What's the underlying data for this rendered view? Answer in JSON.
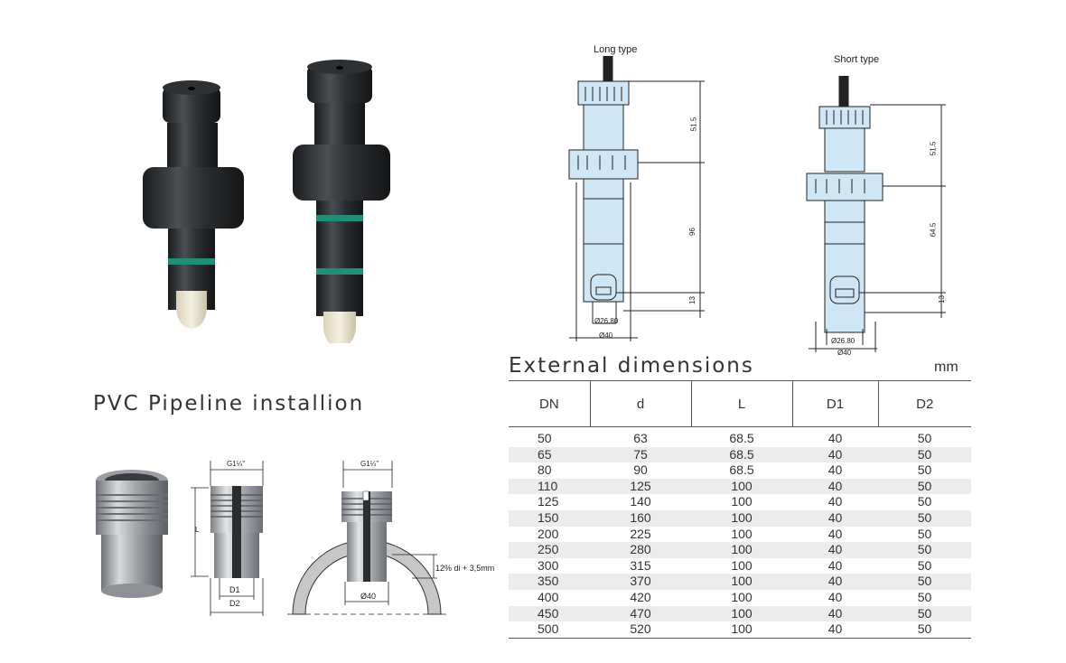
{
  "labels": {
    "long_type": "Long type",
    "short_type": "Short type",
    "pvc_heading": "PVC Pipeline installion",
    "external_heading": "External dimensions",
    "unit": "mm"
  },
  "long_drawing": {
    "dim_top": "51.5",
    "dim_mid": "96",
    "dim_bot": "13",
    "dia_inner": "Ø26.80",
    "dia_outer": "Ø40"
  },
  "short_drawing": {
    "dim_top": "51.5",
    "dim_mid": "64.5",
    "dim_bot": "13",
    "dia_inner": "Ø26.80",
    "dia_outer": "Ø40"
  },
  "fitting_drawing": {
    "thread": "G1¼\"",
    "length": "L",
    "d1": "D1",
    "d2": "D2"
  },
  "pipe_drawing": {
    "thread": "G1¼\"",
    "offset": "12% di + 3,5mm",
    "diameter": "Ø40"
  },
  "table": {
    "headers": [
      "DN",
      "d",
      "L",
      "D1",
      "D2"
    ],
    "rows": [
      [
        "50",
        "63",
        "68.5",
        "40",
        "50"
      ],
      [
        "65",
        "75",
        "68.5",
        "40",
        "50"
      ],
      [
        "80",
        "90",
        "68.5",
        "40",
        "50"
      ],
      [
        "110",
        "125",
        "100",
        "40",
        "50"
      ],
      [
        "125",
        "140",
        "100",
        "40",
        "50"
      ],
      [
        "150",
        "160",
        "100",
        "40",
        "50"
      ],
      [
        "200",
        "225",
        "100",
        "40",
        "50"
      ],
      [
        "250",
        "280",
        "100",
        "40",
        "50"
      ],
      [
        "300",
        "315",
        "100",
        "40",
        "50"
      ],
      [
        "350",
        "370",
        "100",
        "40",
        "50"
      ],
      [
        "400",
        "420",
        "100",
        "40",
        "50"
      ],
      [
        "450",
        "470",
        "100",
        "40",
        "50"
      ],
      [
        "500",
        "520",
        "100",
        "40",
        "50"
      ]
    ]
  },
  "colors": {
    "sensor_body": "#2a2d2f",
    "seal_ring": "#1f8f7a",
    "drawing_fill": "#cfe6f6",
    "steel": "#b9bcc0"
  }
}
